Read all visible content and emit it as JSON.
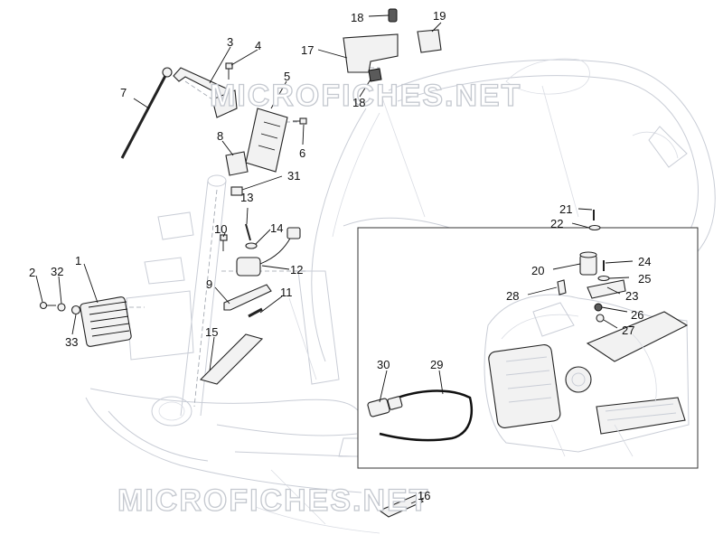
{
  "watermarks": [
    "MICROFICHES.NET",
    "MICROFICHES.NET"
  ],
  "callouts": [
    "1",
    "2",
    "3",
    "4",
    "5",
    "6",
    "7",
    "8",
    "9",
    "10",
    "11",
    "12",
    "13",
    "14",
    "15",
    "16",
    "17",
    "18",
    "18",
    "19",
    "20",
    "21",
    "22",
    "23",
    "24",
    "25",
    "26",
    "27",
    "28",
    "29",
    "30",
    "31",
    "32",
    "33"
  ]
}
